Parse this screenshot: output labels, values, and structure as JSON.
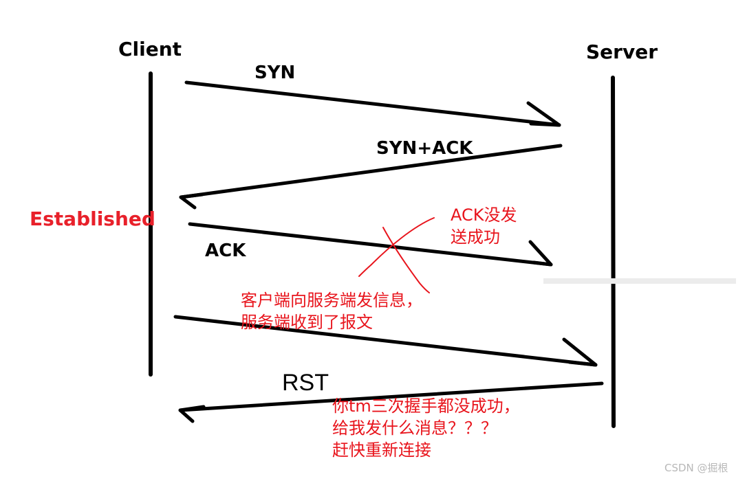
{
  "diagram": {
    "client": "Client",
    "server": "Server",
    "messages": {
      "syn": "SYN",
      "syn_ack": "SYN+ACK",
      "ack": "ACK",
      "rst": "RST"
    },
    "client_state": "Established",
    "notes": {
      "ack_failed": [
        "ACK没发",
        "送成功"
      ],
      "data_sent": [
        "客户端向服务端发信息，",
        "服务端收到了报文"
      ],
      "rst_reply": [
        "你tm三次握手都没成功，",
        "给我发什么消息？？？",
        "赶快重新连接"
      ]
    },
    "colors": {
      "lines": "#000000",
      "annotation": "#e8141c",
      "established": "#e8202a"
    }
  },
  "watermark": "CSDN @掘根"
}
